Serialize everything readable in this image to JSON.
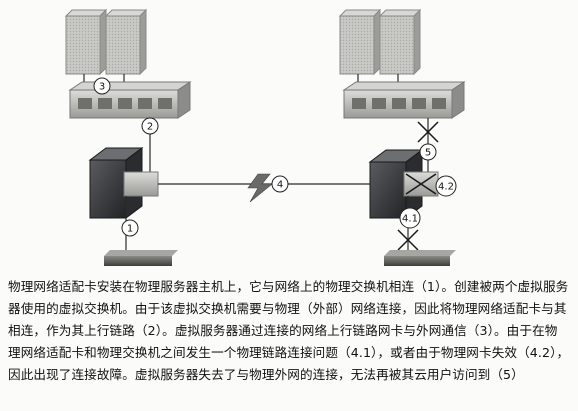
{
  "diagram": {
    "callouts": {
      "c1": "1",
      "c2": "2",
      "c3": "3",
      "c4": "4",
      "c5": "5",
      "c41": "4.1",
      "c42": "4.2"
    },
    "icons": {
      "server_vm": "server-vm-icon",
      "physical_switch": "physical-switch-icon",
      "host_server": "physical-host-icon",
      "external_switch": "external-switch-icon",
      "link_failure": "lightning-bolt-icon",
      "broken_link": "cross-mark-icon"
    },
    "colors": {
      "metal": "#b8b8b4",
      "metal_dark": "#6f6f6b",
      "host": "#3b3c40",
      "line": "#2a2a2a"
    }
  },
  "caption": {
    "text": "物理网络适配卡安装在物理服务器主机上，它与网络上的物理交换机相连（1）。创建被两个虚拟服务器使用的虚拟交换机。由于该虚拟交换机需要与物理（外部）网络连接，因此将物理网络适配卡与其相连，作为其上行链路（2）。虚拟服务器通过连接的网络上行链路网卡与外网通信（3）。由于在物理网络适配卡和物理交换机之间发生一个物理链路连接问题（4.1），或者由于物理网卡失效（4.2），因此出现了连接故障。虚拟服务器失去了与物理外网的连接，无法再被其云用户访问到（5）"
  }
}
